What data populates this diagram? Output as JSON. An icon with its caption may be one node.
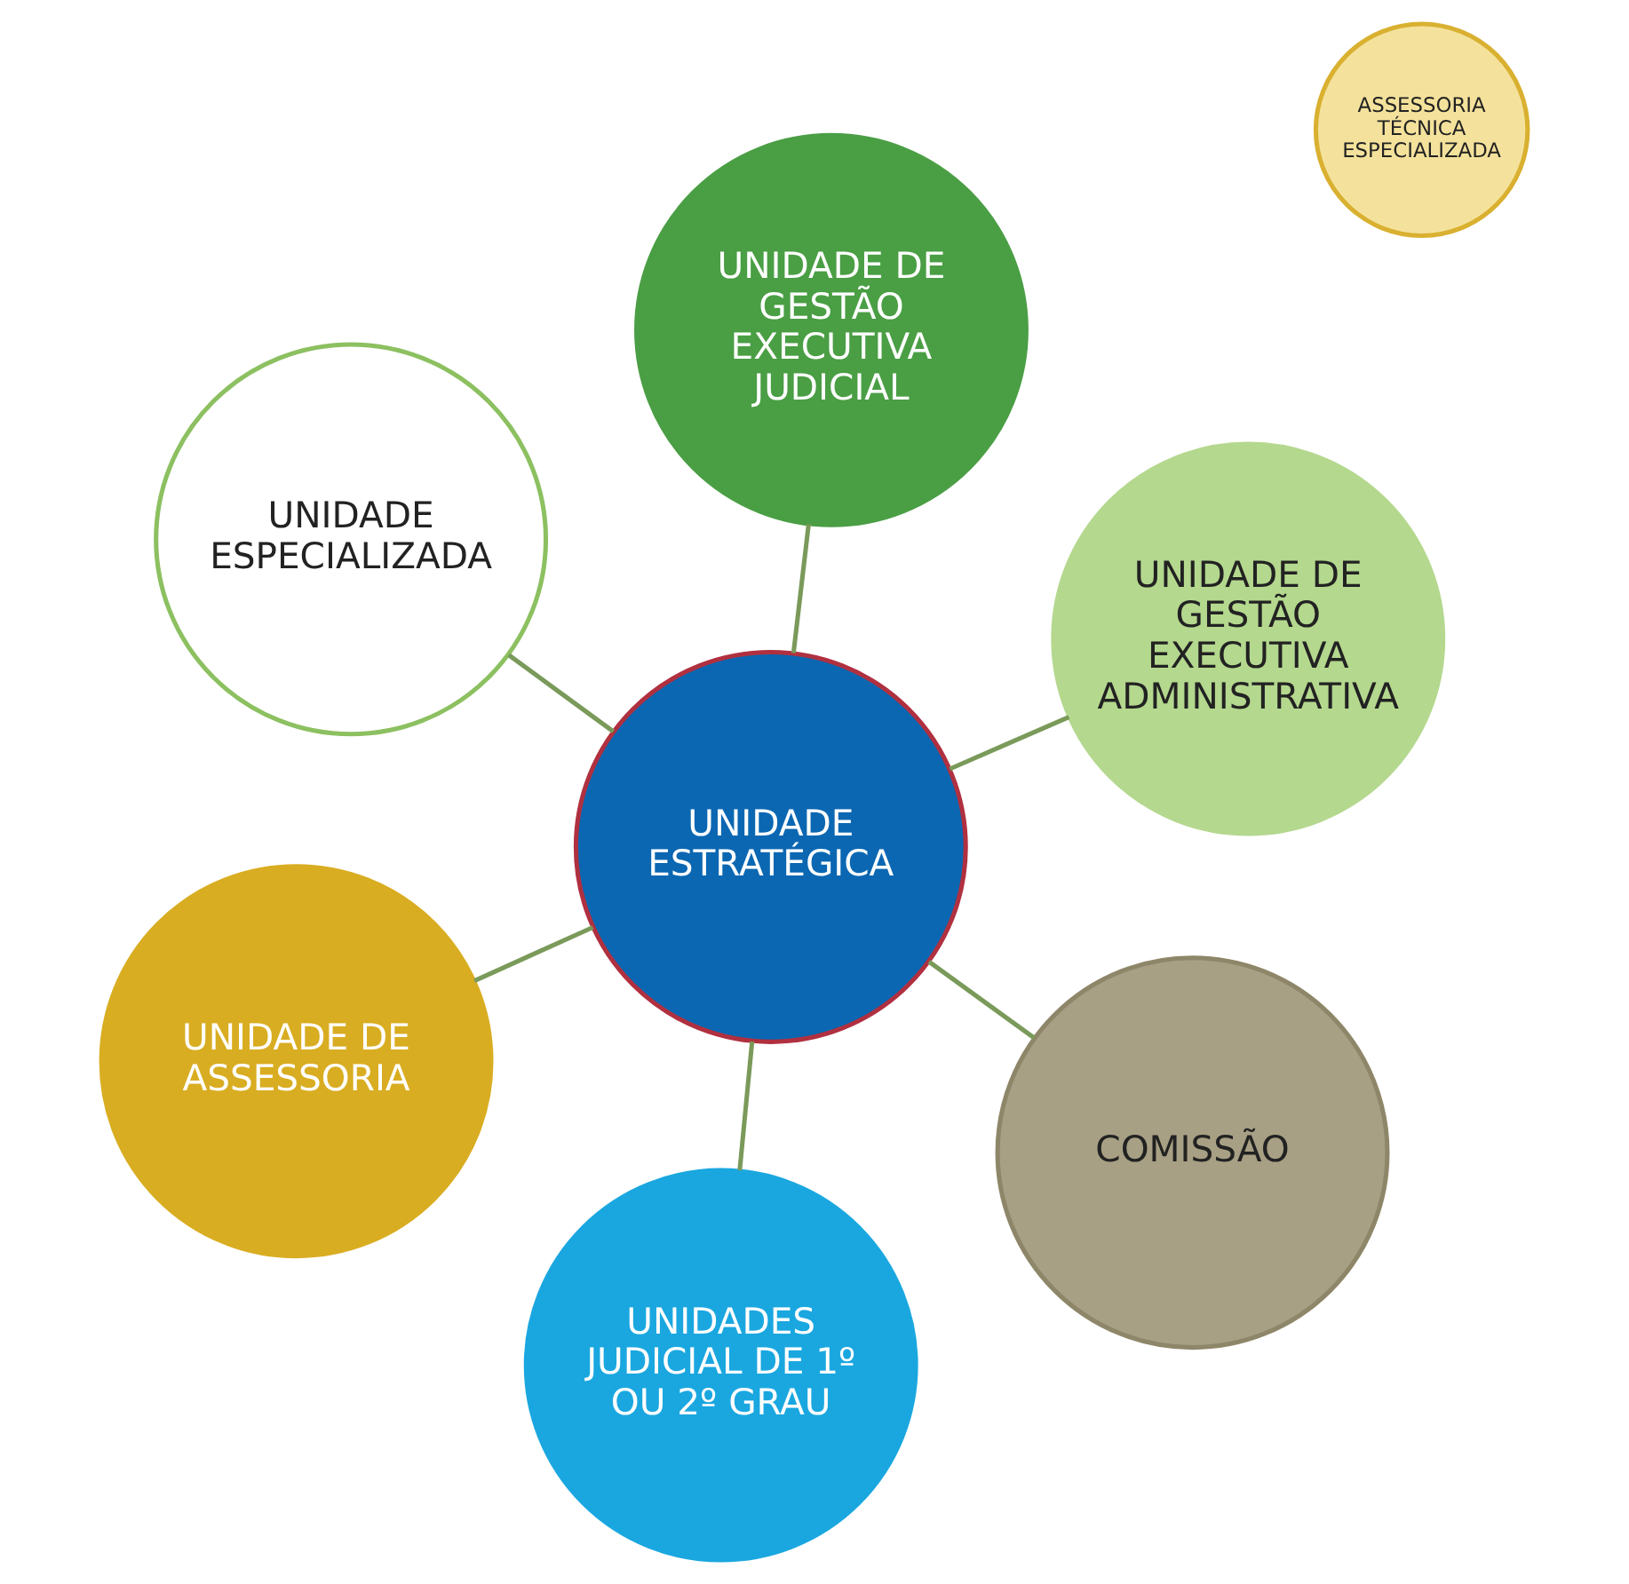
{
  "diagram": {
    "nodes": [
      {
        "text": [
          "UNIDADE DE GESTÃO EXECUTIVA JUDICIAL"
        ]
      },
      {
        "text": [
          "UNIDADES JUDICIAL DE 1º OU 2º GRAU"
        ]
      },
      {
        "text": [
          "COMISSÃO"
        ]
      },
      {
        "text": [
          "UNIDADE ESTRATÉGICA"
        ]
      },
      {
        "text": [
          "UNIDADE ESPECIALIZADA"
        ]
      },
      {
        "text": [
          "UNIDADE DE ASSESSORIA"
        ]
      },
      {
        "text": [
          "UNIDADE DE GESTÃO EXECUTIVA ADMINISTRATIVA"
        ]
      },
      {
        "text": [
          "ASSESSORIA TÉCNICA ESPECIALIZADA"
        ]
      }
    ],
    "edges": [
      {
        "from": 3,
        "to": 0,
        "arrow": "none"
      },
      {
        "from": 3,
        "to": 2,
        "arrow": "none"
      },
      {
        "from": 3,
        "to": 5,
        "arrow": "none"
      },
      {
        "from": 3,
        "to": 6,
        "arrow": "none"
      },
      {
        "from": 3,
        "to": 4,
        "arrow": "none"
      },
      {
        "from": 3,
        "to": 1,
        "arrow": "none"
      }
    ]
  }
}
